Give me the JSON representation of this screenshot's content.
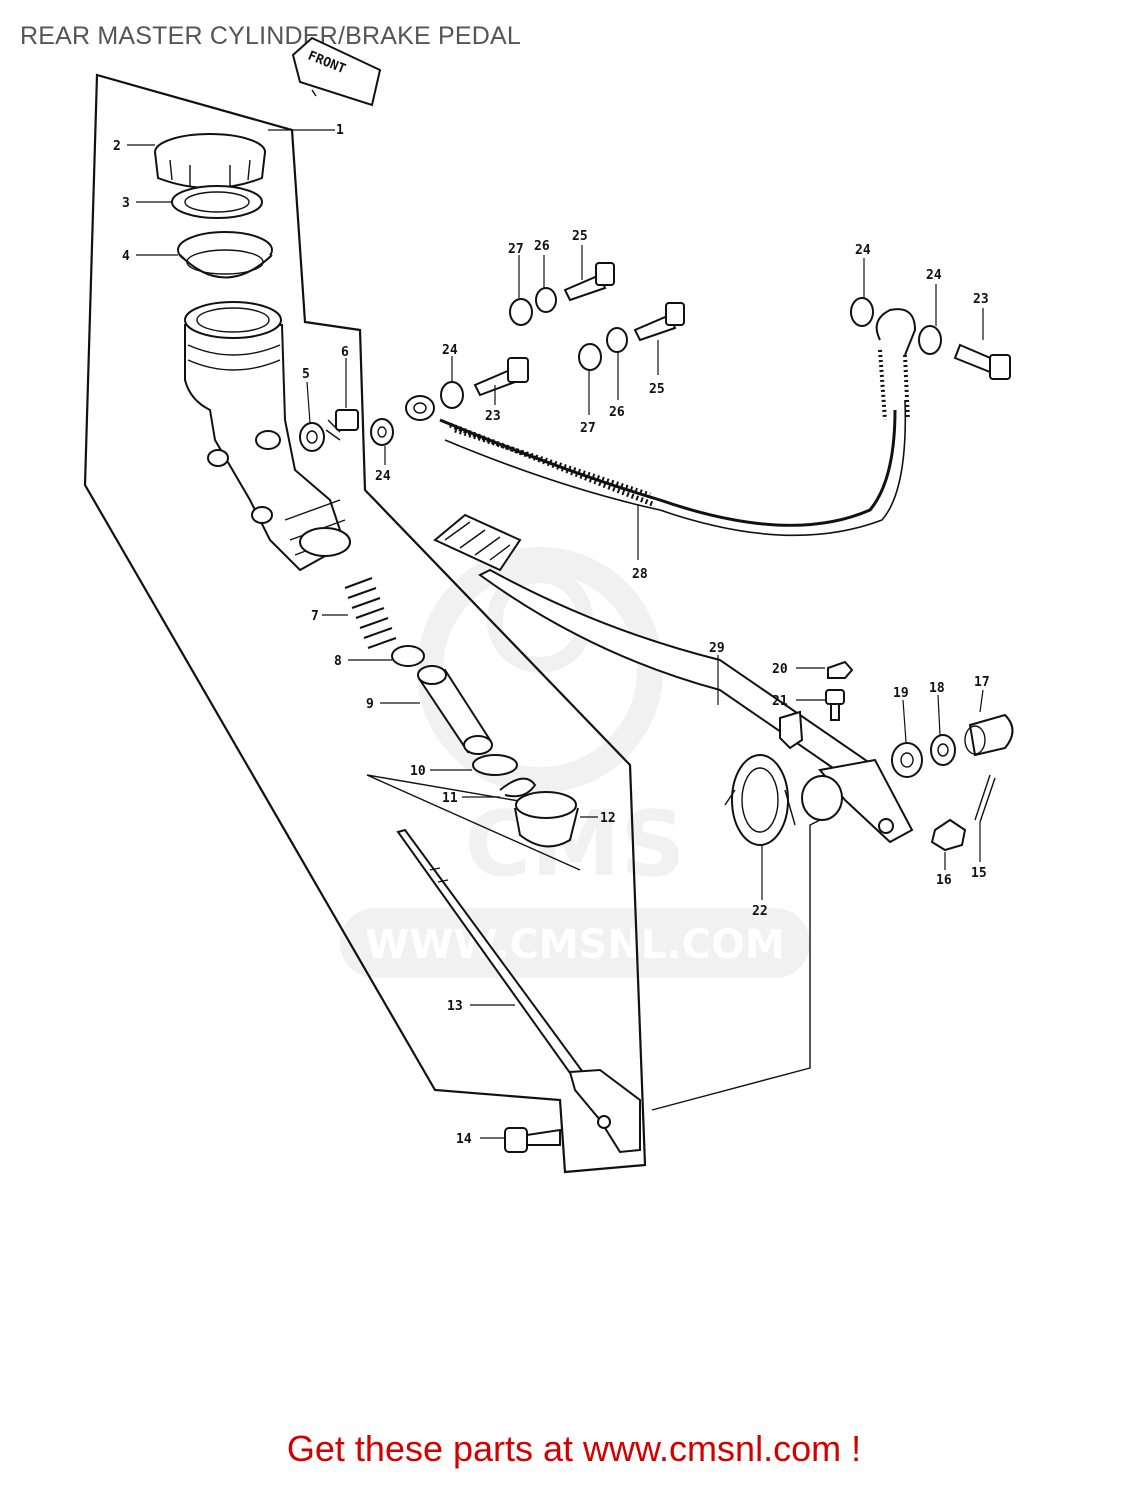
{
  "title": "REAR MASTER CYLINDER/BRAKE PEDAL",
  "front_label": "FRONT",
  "watermark": {
    "logo_text": "CMS",
    "url_text": "WWW.CMSNL.COM"
  },
  "footer": {
    "link_text": "Get these parts at www.cmsnl.com !",
    "color": "#d40000"
  },
  "colors": {
    "line": "#111111",
    "title": "#555555",
    "watermark": "#e6e6e6"
  },
  "callouts": {
    "c1": "1",
    "c2": "2",
    "c3": "3",
    "c4": "4",
    "c5": "5",
    "c6": "6",
    "c7": "7",
    "c8": "8",
    "c9": "9",
    "c10": "10",
    "c11": "11",
    "c12": "12",
    "c13": "13",
    "c14": "14",
    "c15": "15",
    "c16": "16",
    "c17": "17",
    "c18": "18",
    "c19": "19",
    "c20": "20",
    "c21": "21",
    "c22": "22",
    "c23a": "23",
    "c23b": "23",
    "c24a": "24",
    "c24b": "24",
    "c24c": "24",
    "c24d": "24",
    "c25a": "25",
    "c25b": "25",
    "c26a": "26",
    "c26b": "26",
    "c27a": "27",
    "c27b": "27",
    "c28": "28",
    "c29": "29"
  }
}
